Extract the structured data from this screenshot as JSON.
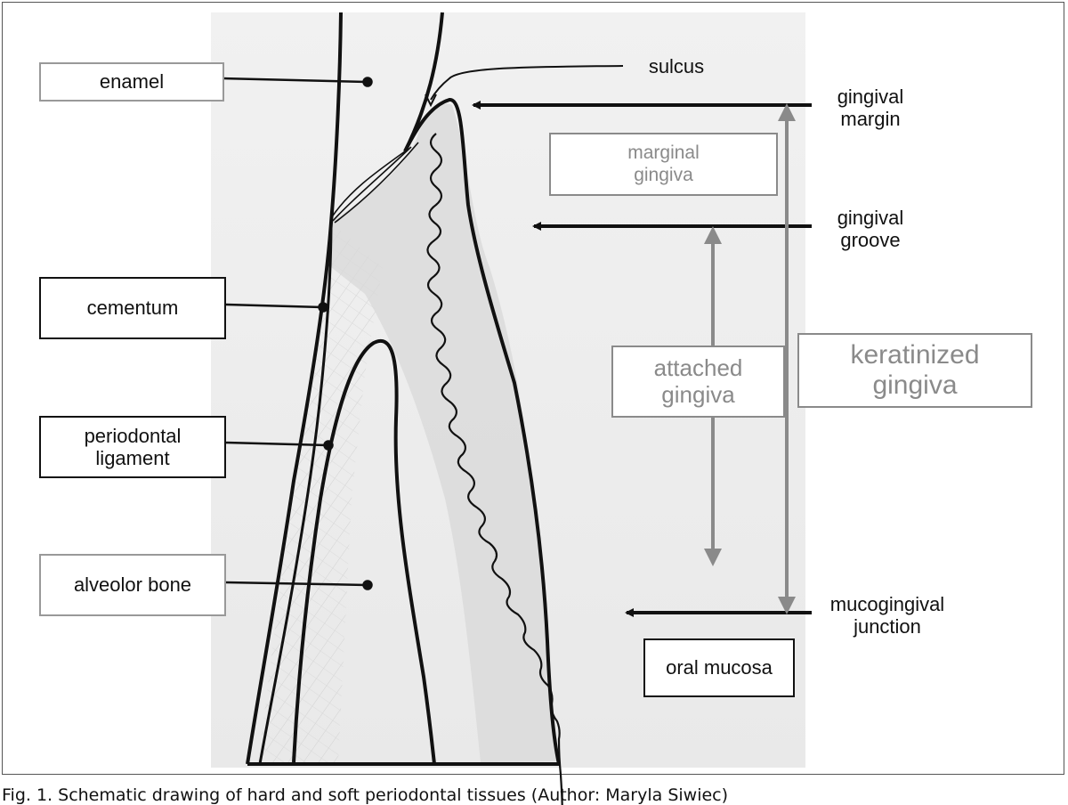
{
  "labels": {
    "enamel": "enamel",
    "cementum": "cementum",
    "periodontal_ligament": "periodontal\nligament",
    "alveolar_bone": "alveolor bone",
    "sulcus": "sulcus",
    "gingival_margin": "gingival\nmargin",
    "gingival_groove": "gingival\ngroove",
    "mucogingival_junction": "mucogingival\njunction",
    "marginal_gingiva": "marginal\ngingiva",
    "attached_gingiva": "attached\ngingiva",
    "keratinized_gingiva": "keratinized\ngingiva",
    "oral_mucosa": "oral mucosa"
  },
  "caption": "Fig. 1. Schematic drawing of hard and soft periodontal tissues (Author: Maryla Siwiec)",
  "colors": {
    "ink": "#111111",
    "grey_arrow": "#8a8a8a",
    "gingiva_fill": "#d6d6d6",
    "paper": "#ececec"
  }
}
